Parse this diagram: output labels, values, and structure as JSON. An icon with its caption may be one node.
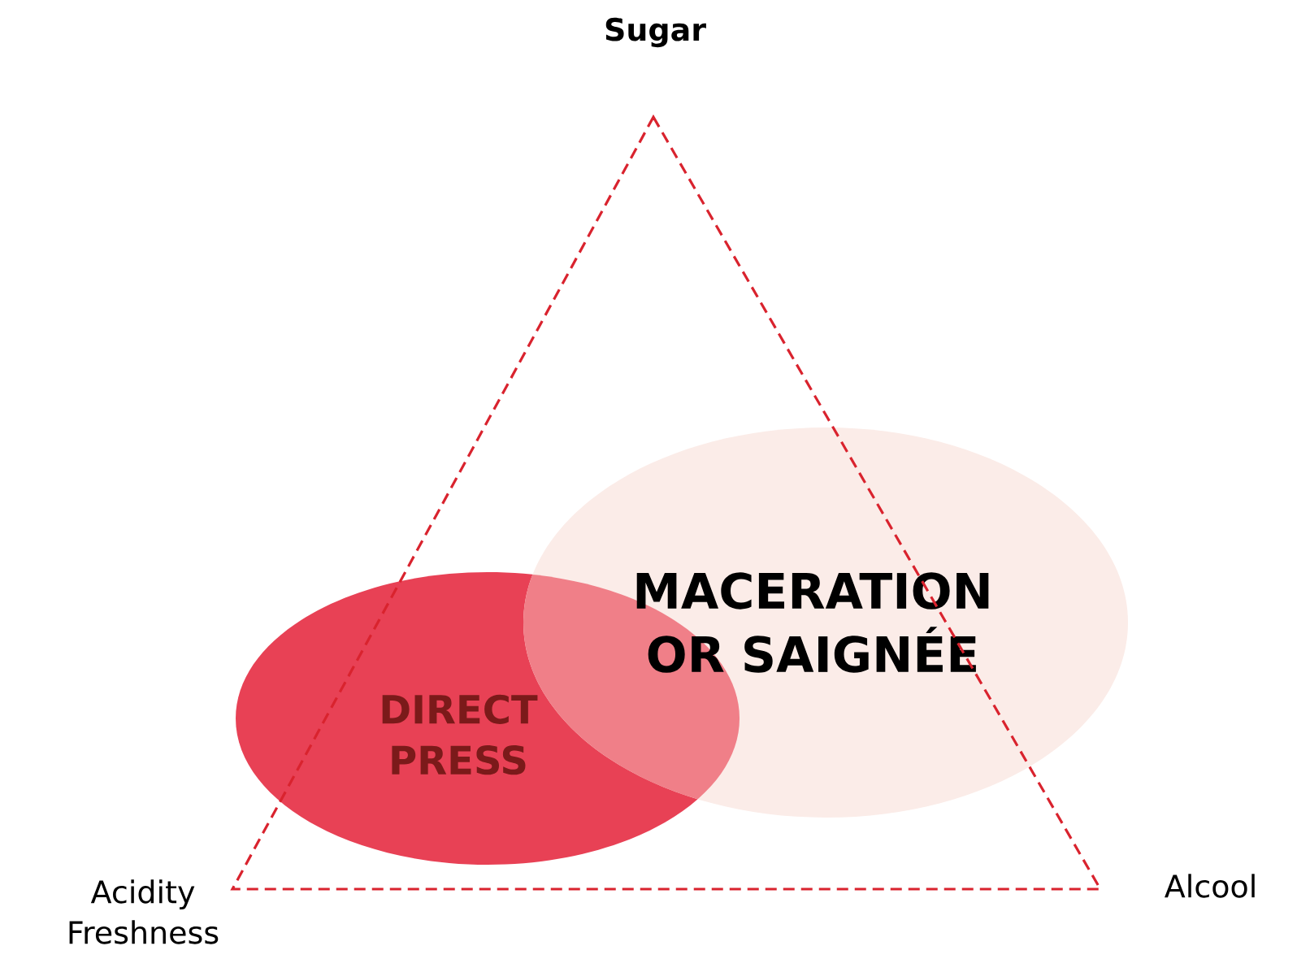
{
  "diagram": {
    "nodes": [
      {
        "text": [
          "DIRECT PRESS"
        ]
      },
      {
        "text": [
          "MACERATION OR SAIGNÉE"
        ]
      }
    ],
    "labels": [
      "Sugar",
      "Acidity Freshness",
      "Alcool"
    ]
  }
}
